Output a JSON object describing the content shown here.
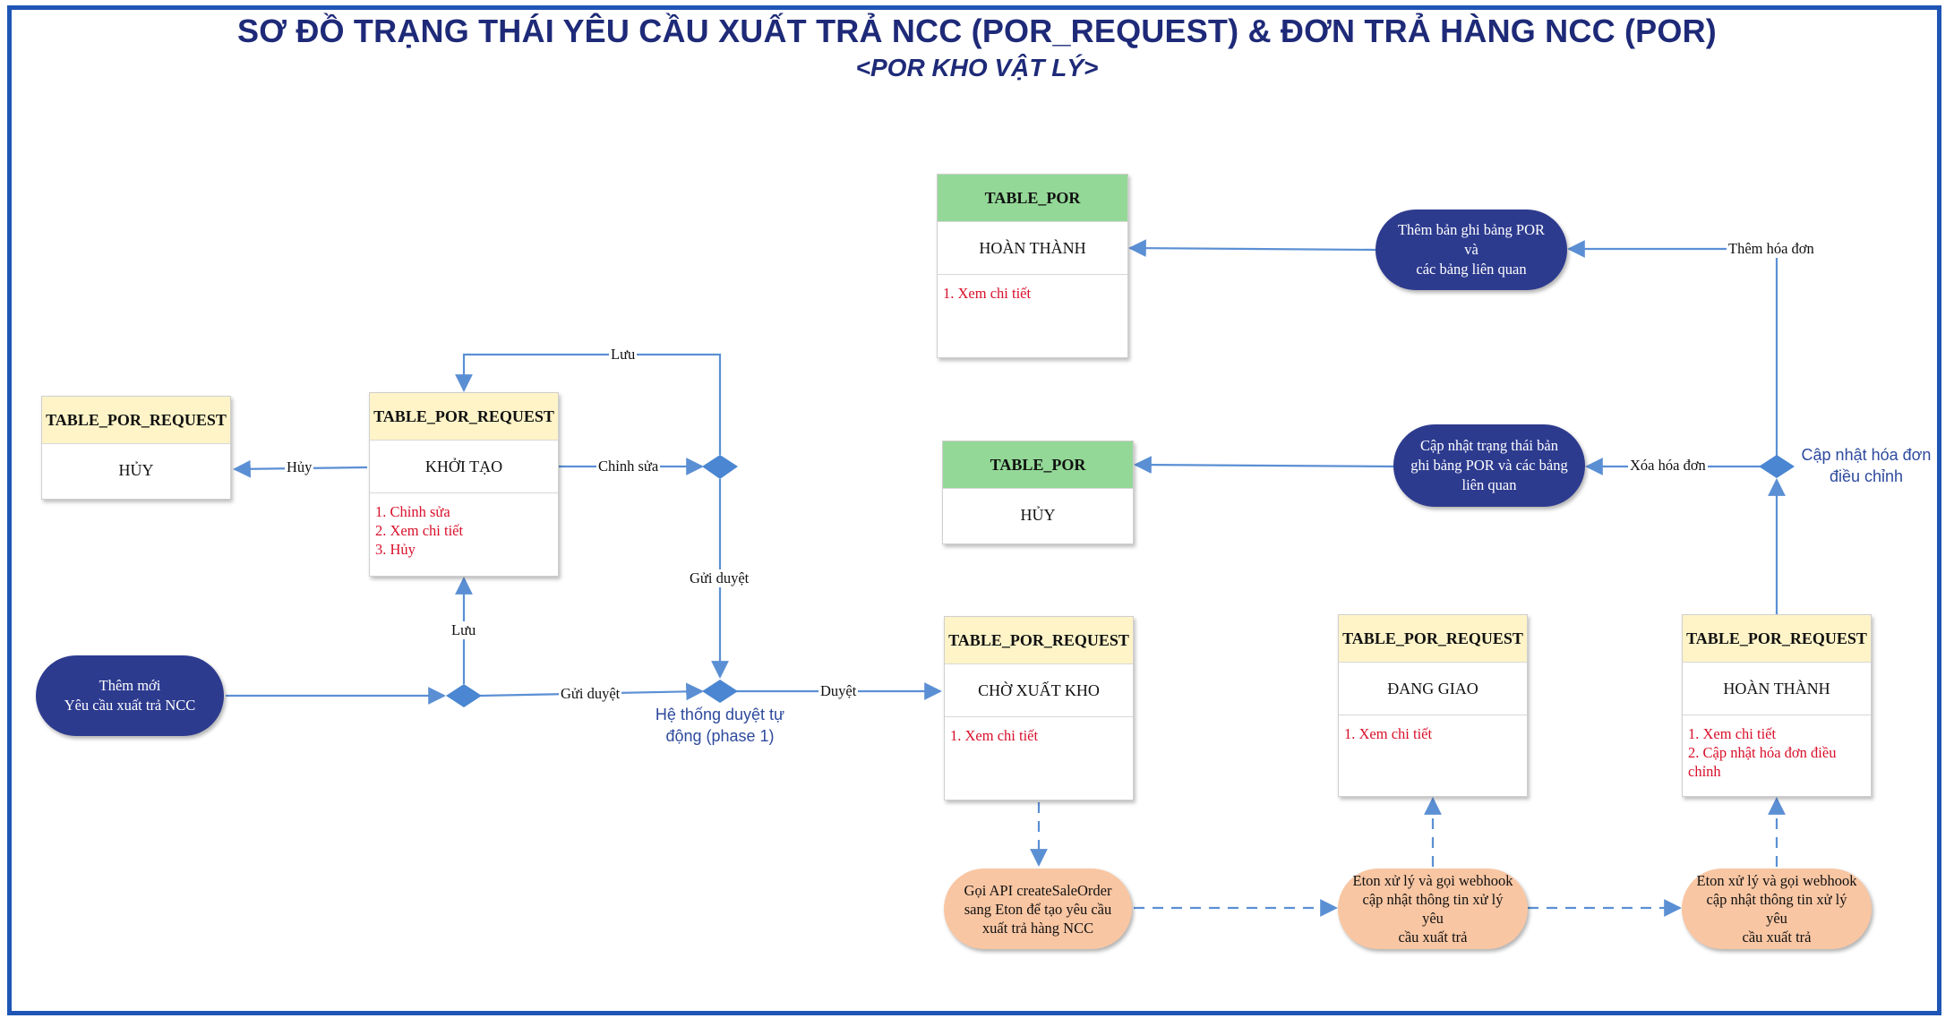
{
  "title": "SƠ ĐỒ TRẠNG THÁI YÊU CẦU XUẤT TRẢ NCC (POR_REQUEST) & ĐƠN TRẢ HÀNG NCC (POR)",
  "subtitle": "<POR KHO VẬT LÝ>",
  "tables": {
    "huy_request": {
      "header": "TABLE_POR_REQUEST",
      "state": "HỦY",
      "actions": []
    },
    "khoi_tao": {
      "header": "TABLE_POR_REQUEST",
      "state": "KHỞI TẠO",
      "actions": [
        "1. Chỉnh sửa",
        "2. Xem chi tiết",
        "3. Hủy"
      ]
    },
    "cho_xuat_kho": {
      "header": "TABLE_POR_REQUEST",
      "state": "CHỜ XUẤT KHO",
      "actions": [
        "1. Xem chi tiết"
      ]
    },
    "dang_giao": {
      "header": "TABLE_POR_REQUEST",
      "state": "ĐANG GIAO",
      "actions": [
        "1. Xem chi tiết"
      ]
    },
    "hoan_thanh_request": {
      "header": "TABLE_POR_REQUEST",
      "state": "HOÀN THÀNH",
      "actions": [
        "1. Xem chi tiết",
        "2. Cập nhật hóa đơn điều chỉnh"
      ]
    },
    "hoan_thanh_por": {
      "header": "TABLE_POR",
      "state": "HOÀN THÀNH",
      "actions": [
        "1. Xem chi tiết"
      ]
    },
    "huy_por": {
      "header": "TABLE_POR",
      "state": "HỦY",
      "actions": []
    }
  },
  "pills": {
    "them_moi": [
      "Thêm mới",
      "Yêu cầu xuất trả NCC"
    ],
    "them_ban_ghi": [
      "Thêm bản ghi bảng POR và",
      "các bảng liên quan"
    ],
    "cap_nhat_trang_thai": [
      "Cập nhật trạng thái  bản",
      "ghi bảng POR và các bảng",
      "liên quan"
    ],
    "goi_api": [
      "Gọi API createSaleOrder",
      "sang Eton để tạo yêu cầu",
      "xuất trả hàng NCC"
    ],
    "eton_1": [
      "Eton xử lý và gọi webhook",
      "cập nhật thông tin xử lý yêu",
      "cầu xuất trả"
    ],
    "eton_2": [
      "Eton xử lý và gọi webhook",
      "cập nhật thông tin xử lý yêu",
      "cầu xuất trả"
    ]
  },
  "labels": {
    "huy": "Hủy",
    "chinh_sua": "Chỉnh sửa",
    "luu_top": "Lưu",
    "luu_mid": "Lưu",
    "gui_duyet_vertical": "Gửi duyệt",
    "gui_duyet_horizontal": "Gửi duyệt",
    "duyet": "Duyệt",
    "them_hoa_don": "Thêm hóa đơn",
    "xoa_hoa_don": "Xóa hóa đơn"
  },
  "notes": {
    "he_thong_duyet": [
      "Hệ thống duyệt tự",
      "động (phase 1)"
    ],
    "cap_nhat_hoa_don": [
      "Cập nhật hóa đơn",
      "điều chỉnh"
    ]
  },
  "colors": {
    "frame": "#1f56b5",
    "arrow": "#5b8fd4",
    "pill_blue": "#2d3b8f",
    "pill_orange": "#f9c6a3",
    "header_yellow": "#fff4c8",
    "header_green": "#93d897",
    "action_red": "#d8102a"
  }
}
